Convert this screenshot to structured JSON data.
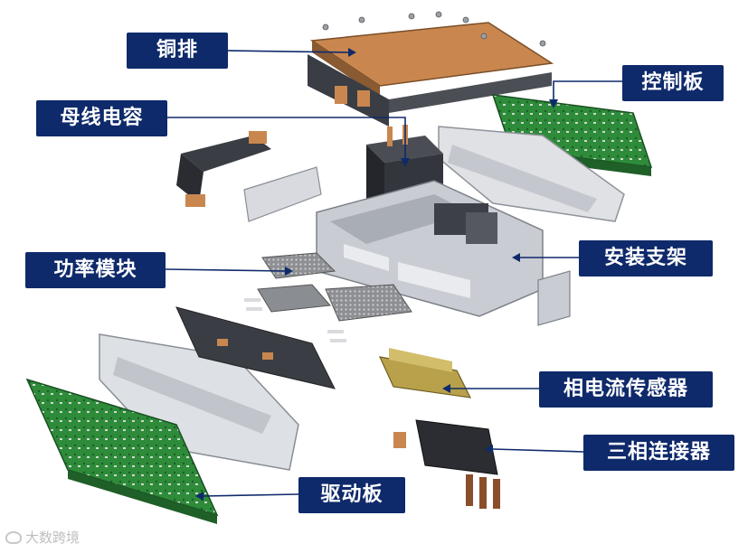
{
  "labels": {
    "busbar": "铜排",
    "control_board": "控制板",
    "dc_link_capacitor": "母线电容",
    "mounting_bracket": "安装支架",
    "power_module": "功率模块",
    "phase_current_sensor": "相电流传感器",
    "three_phase_connector": "三相连接器",
    "driver_board": "驱动板"
  },
  "watermark": "大数跨境",
  "colors": {
    "label_bg": "#0f2a6b",
    "label_text": "#ffffff",
    "pcb_green": "#2e8b3a",
    "copper": "#c9874f",
    "aluminum": "#c9ccd2",
    "dark_metal": "#3a3d44",
    "sensor_yellow": "#b8a14a"
  }
}
